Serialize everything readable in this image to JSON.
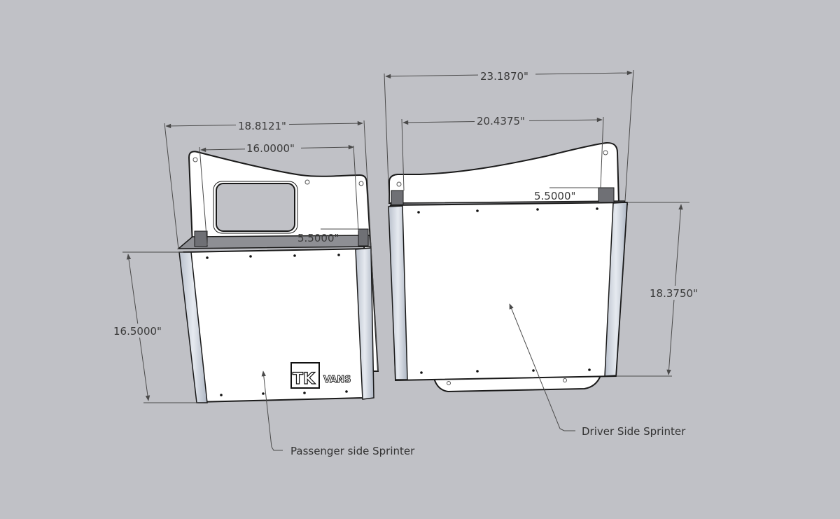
{
  "diagram": {
    "passenger": {
      "label": "Passenger side Sprinter",
      "dims": {
        "overall_width": "18.8121\"",
        "inner_width": "16.0000\"",
        "depth": "5.5000\"",
        "height": "16.5000\""
      },
      "logo": {
        "mark": "TK",
        "text": "VANS"
      }
    },
    "driver": {
      "label": "Driver Side Sprinter",
      "dims": {
        "overall_width": "23.1870\"",
        "inner_width": "20.4375\"",
        "depth": "5.5000\"",
        "height": "18.3750\""
      }
    },
    "colors": {
      "background": "#c0c1c6",
      "panel": "#ffffff",
      "edge": "#1a1a1a",
      "dimension_line": "#4a4a4a",
      "side_trim": "#d8dde6"
    }
  }
}
